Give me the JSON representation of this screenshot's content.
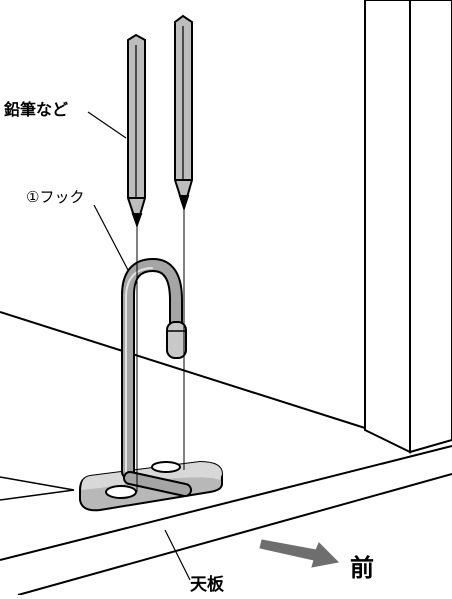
{
  "labels": {
    "pencil": "鉛筆など",
    "hook": "①フック",
    "top_board": "天板",
    "front": "前"
  },
  "colors": {
    "line": "#000000",
    "metal": "#9a9a9a",
    "metal_light": "#d4d4d4",
    "pencil": "#b5b5b5",
    "arrow": "#6e6e6e",
    "background": "#ffffff"
  },
  "icons": {
    "front_direction": "arrow-right-down-icon"
  }
}
